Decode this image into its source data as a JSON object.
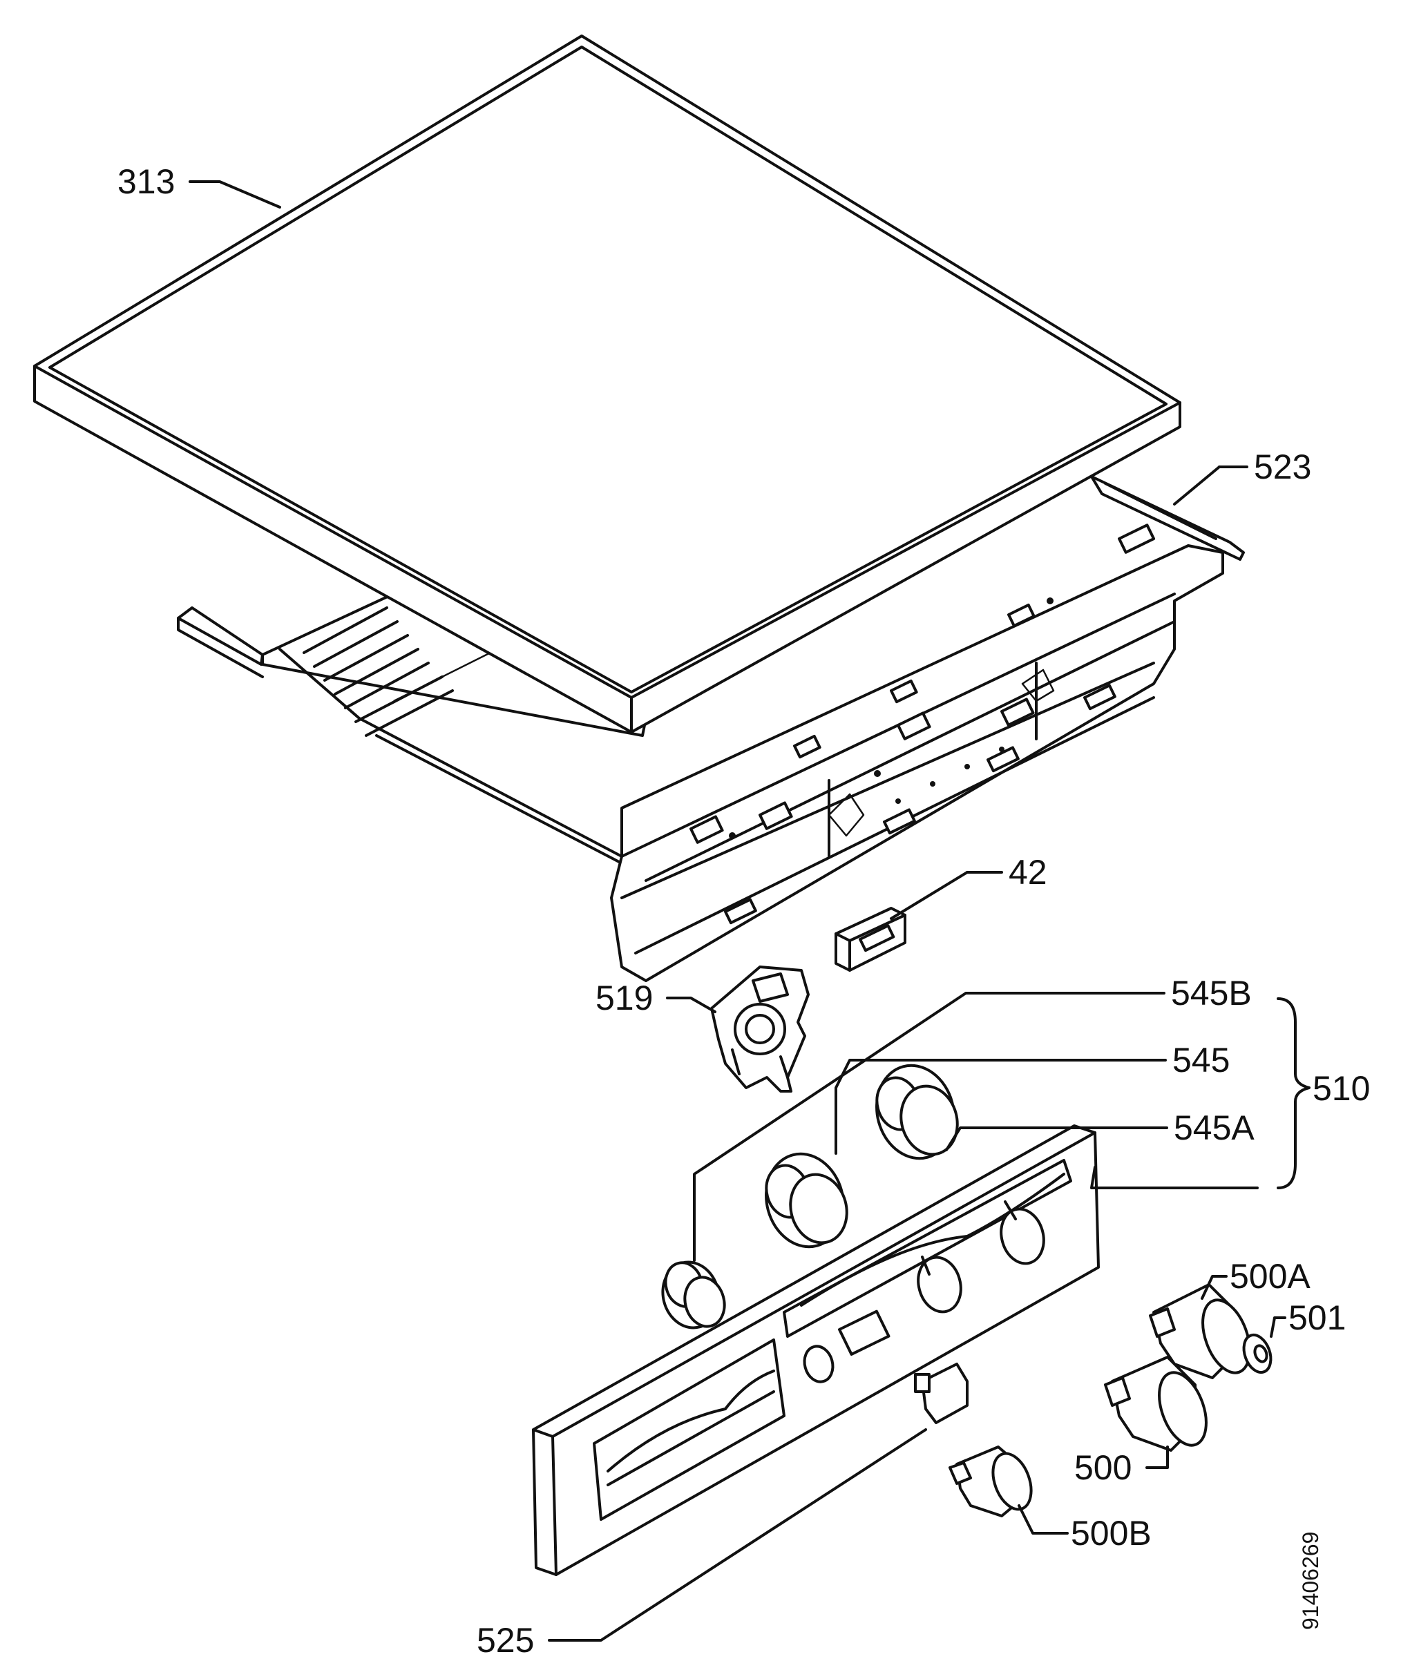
{
  "diagram": {
    "callouts": {
      "c313": "313",
      "c523": "523",
      "c42": "42",
      "c519": "519",
      "c545B": "545B",
      "c545": "545",
      "c545A": "545A",
      "c510": "510",
      "c500A": "500A",
      "c501": "501",
      "c500": "500",
      "c500B": "500B",
      "c525": "525"
    },
    "drawing_number": "91406269"
  }
}
